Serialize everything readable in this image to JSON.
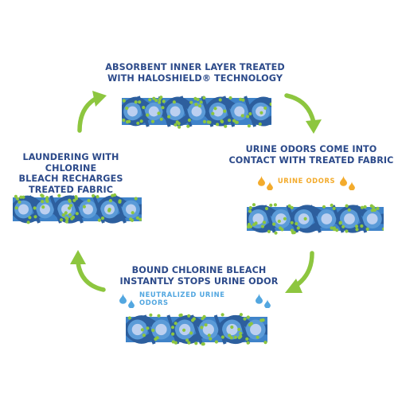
{
  "steps": {
    "top": {
      "title_line1": "ABSORBENT INNER LAYER TREATED",
      "title_line2": "WITH HALOSHIELD® TECHNOLOGY"
    },
    "right": {
      "title_line1": "URINE ODORS COME INTO",
      "title_line2": "CONTACT WITH TREATED FABRIC",
      "tag": "URINE ODORS"
    },
    "bottom": {
      "title_line1": "BOUND CHLORINE BLEACH",
      "title_line2": "INSTANTLY STOPS URINE ODOR",
      "tag": "NEUTRALIZED URINE ODORS"
    },
    "left": {
      "title_line1": "LAUNDERING WITH CHLORINE",
      "title_line2": "BLEACH RECHARGES",
      "title_line3": "TREATED FABRIC"
    }
  },
  "colors": {
    "title": "#2c4a8a",
    "arrow": "#8dc63f",
    "fabric_dark": "#2d5f9e",
    "fabric_band": "#3f83c9",
    "fabric_circle": "#5b9bd8",
    "fabric_inner": "#bcd0f0",
    "green_dot": "#8dc63f",
    "urine_drop": "#f3ab2c",
    "neutral_drop": "#53a7e0"
  }
}
